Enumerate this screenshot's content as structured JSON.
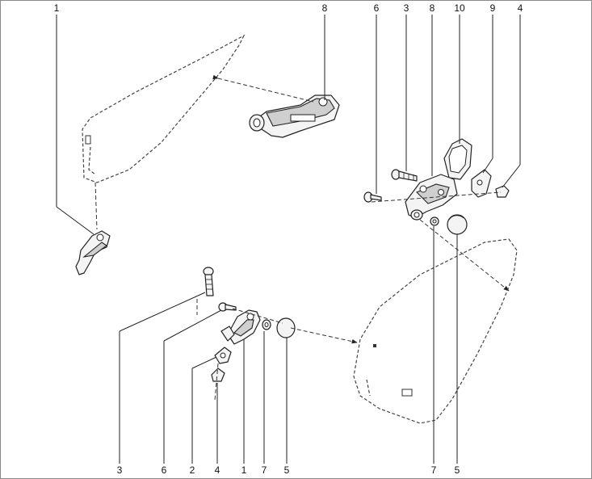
{
  "callouts_top": [
    "1",
    "8",
    "6",
    "3",
    "8",
    "10",
    "9",
    "4"
  ],
  "callouts_bottom": [
    "3",
    "6",
    "2",
    "4",
    "1",
    "7",
    "5",
    "7",
    "5"
  ]
}
